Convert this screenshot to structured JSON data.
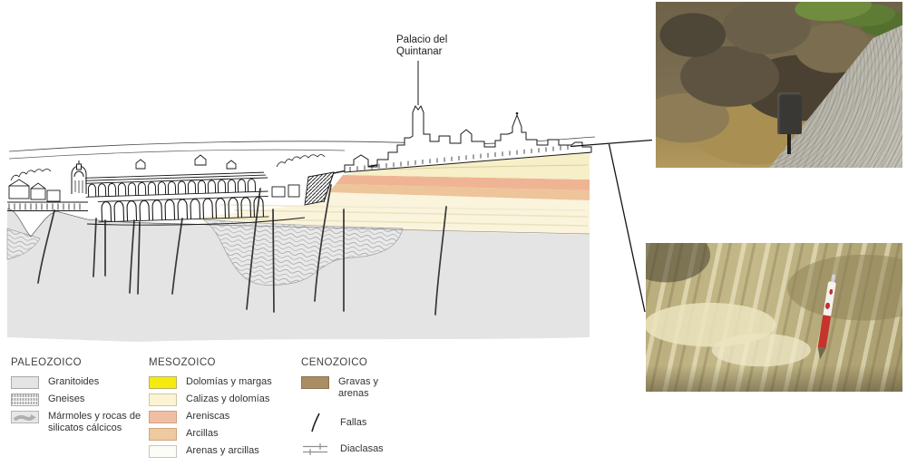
{
  "section": {
    "callout": "Palacio del\nQuintanar",
    "palette": {
      "granitoides": "#e4e4e4",
      "gneises_lines": "#9a9a9a",
      "dolomias_margas": "#f5ea10",
      "calizas_dolomias": "#f6efc8",
      "areniscas": "#efb494",
      "arcillas": "#eec49b",
      "arenas_arcillas": "#faf4dc",
      "gravas_arenas": "#a98e63",
      "fault_line": "#373737"
    }
  },
  "legend": {
    "paleozoico": {
      "title": "PALEOZOICO",
      "items": [
        {
          "label": "Granitoides"
        },
        {
          "label": "Gneises"
        },
        {
          "label": "Mármoles y rocas de silicatos cálcicos"
        }
      ]
    },
    "mesozoico": {
      "title": "MESOZOICO",
      "items": [
        {
          "label": "Dolomías y margas",
          "swatch_style": "background:#f5ea10;border:1px solid #b9b35e"
        },
        {
          "label": "Calizas y dolomías",
          "swatch_style": "background:#fbf3d3;border:1px solid #cfc7a0"
        },
        {
          "label": "Areniscas",
          "swatch_style": "background:#f0bfa3;border:1px solid #cfa184"
        },
        {
          "label": "Arcillas",
          "swatch_style": "background:#efc9a0;border:1px solid #cfa87c"
        },
        {
          "label": "Arenas y arcillas",
          "swatch_style": "background:#fdfdf8;border:1px solid #c6c6c0"
        }
      ]
    },
    "cenozoico": {
      "title": "CENOZOICO",
      "items": [
        {
          "label": "Gravas y arenas",
          "swatch_style": "background:#a98e63;border:1px solid #8a7350"
        }
      ]
    },
    "symbols": [
      {
        "label": "Fallas"
      },
      {
        "label": "Diaclasas"
      }
    ]
  }
}
